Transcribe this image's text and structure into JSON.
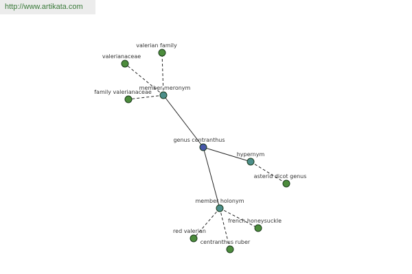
{
  "banner": {
    "url": "http://www.artikata.com"
  },
  "colors": {
    "root": "#4656a8",
    "relation": "#4c8e8a",
    "leaf": "#4c8c3c"
  },
  "graph": {
    "nodes": [
      {
        "id": "root",
        "label": "genus centranthus",
        "kind": "root"
      },
      {
        "id": "mero",
        "label": "member meronym",
        "kind": "relation"
      },
      {
        "id": "hyper",
        "label": "hypernym",
        "kind": "relation"
      },
      {
        "id": "holo",
        "label": "member holonym",
        "kind": "relation"
      },
      {
        "id": "valfam",
        "label": "valerian family",
        "kind": "leaf"
      },
      {
        "id": "valer",
        "label": "valerianaceae",
        "kind": "leaf"
      },
      {
        "id": "famval",
        "label": "family valerianaceae",
        "kind": "leaf"
      },
      {
        "id": "asterid",
        "label": "asterid dicot genus",
        "kind": "leaf"
      },
      {
        "id": "redval",
        "label": "red valerian",
        "kind": "leaf"
      },
      {
        "id": "centr",
        "label": "centranthus ruber",
        "kind": "leaf"
      },
      {
        "id": "french",
        "label": "french honeysuckle",
        "kind": "leaf"
      }
    ],
    "edges": [
      {
        "from": "root",
        "to": "mero",
        "style": "solid"
      },
      {
        "from": "root",
        "to": "hyper",
        "style": "solid"
      },
      {
        "from": "root",
        "to": "holo",
        "style": "solid"
      },
      {
        "from": "mero",
        "to": "valfam",
        "style": "dashed"
      },
      {
        "from": "mero",
        "to": "valer",
        "style": "dashed"
      },
      {
        "from": "mero",
        "to": "famval",
        "style": "dashed"
      },
      {
        "from": "hyper",
        "to": "asterid",
        "style": "dashed"
      },
      {
        "from": "holo",
        "to": "redval",
        "style": "dashed"
      },
      {
        "from": "holo",
        "to": "centr",
        "style": "dashed"
      },
      {
        "from": "holo",
        "to": "french",
        "style": "dashed"
      }
    ]
  }
}
